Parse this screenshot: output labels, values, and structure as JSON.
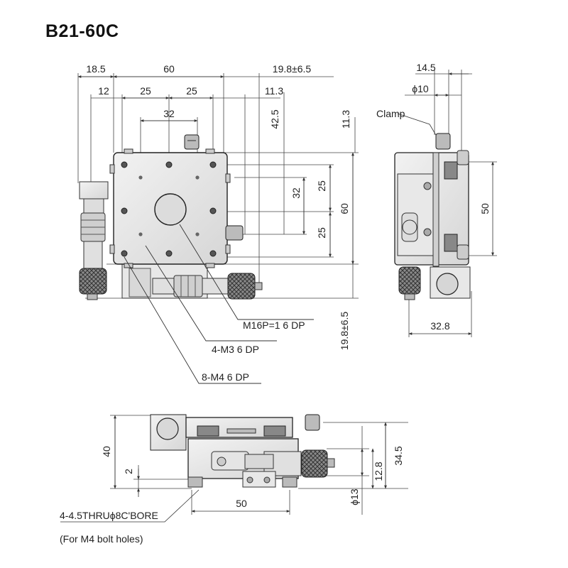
{
  "title": "B21-60C",
  "top_view": {
    "dims": {
      "d18_5": "18.5",
      "d60_top": "60",
      "d19_8_top": "19.8±6.5",
      "d12": "12",
      "d25_a": "25",
      "d25_b": "25",
      "d11_3_top": "11.3",
      "d32_top": "32",
      "d42_5": "42.5",
      "d11_3_right": "11.3",
      "d32_right": "32",
      "d25_right_a": "25",
      "d25_right_b": "25",
      "d60_right": "60",
      "d19_8_right": "19.8±6.5"
    },
    "callouts": {
      "m16": "M16P=1 6 DP",
      "m3": "4-M3 6 DP",
      "m4": "8-M4 6 DP"
    }
  },
  "side_view": {
    "dims": {
      "d14_5": "14.5",
      "dphi10": "ϕ10",
      "d50": "50",
      "d32_8": "32.8"
    },
    "clamp_label": "Clamp"
  },
  "front_view": {
    "dims": {
      "d40": "40",
      "d2": "2",
      "d50_bottom": "50",
      "d34_5": "34.5",
      "d12_8": "12.8",
      "dphi13": "ϕ13"
    },
    "note_line1": "4-4.5THRUϕ8C'BORE",
    "note_line2": "(For M4 bolt holes)"
  },
  "colors": {
    "metal": "#e6e6e6",
    "metal_dark": "#bdbdbd",
    "outline": "#333333",
    "dimline": "#444444",
    "knurl": "#7a7a7a"
  }
}
